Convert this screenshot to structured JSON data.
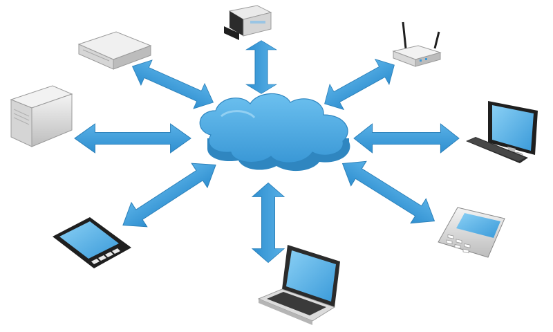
{
  "diagram": {
    "hub": {
      "icon": "cloud-icon"
    },
    "devices": [
      {
        "key": "printer",
        "icon": "printer-icon"
      },
      {
        "key": "router",
        "icon": "wireless-router-icon"
      },
      {
        "key": "desktop",
        "icon": "desktop-computer-icon"
      },
      {
        "key": "phone",
        "icon": "mobile-phone-icon"
      },
      {
        "key": "laptop",
        "icon": "laptop-icon"
      },
      {
        "key": "tablet",
        "icon": "tablet-icon"
      },
      {
        "key": "server",
        "icon": "tower-server-icon"
      },
      {
        "key": "storage",
        "icon": "network-storage-icon"
      }
    ],
    "arrow_style": "double-headed",
    "colors": {
      "arrow": "#3a9ad9",
      "arrow_dark": "#2a7fb8",
      "cloud": "#4aa8e0",
      "cloud_dark": "#2f86c0",
      "screen": "#5ab4ec",
      "device_body": "#d8d8d8",
      "device_dark": "#2b2b2b"
    }
  }
}
